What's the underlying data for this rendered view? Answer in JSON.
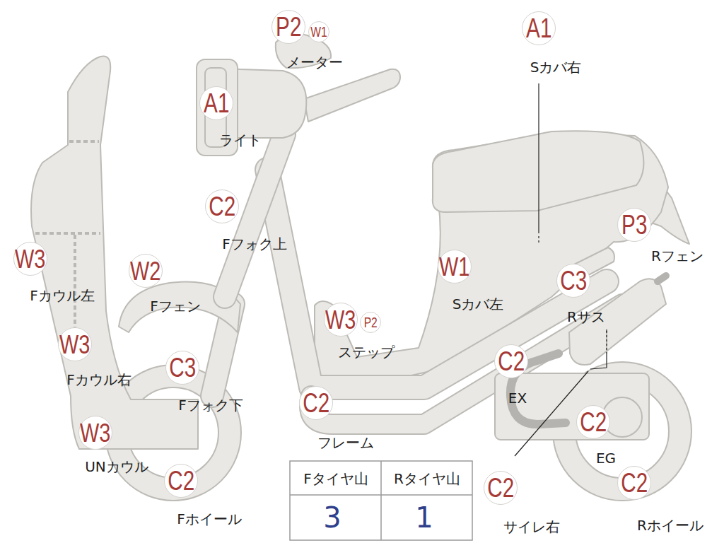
{
  "diagram": {
    "nodes": [
      {
        "text": [
          "P2",
          "メーター"
        ]
      },
      {
        "text": [
          "W1"
        ]
      },
      {
        "text": [
          "A1",
          "Sカバ右"
        ]
      },
      {
        "text": [
          "A1",
          "ライト"
        ]
      },
      {
        "text": [
          "C2",
          "Fフォク上"
        ]
      },
      {
        "text": [
          "P3",
          "Rフェン"
        ]
      },
      {
        "text": [
          "W3",
          "Fカウル左"
        ]
      },
      {
        "text": [
          "W2",
          "Fフェン"
        ]
      },
      {
        "text": [
          "W1",
          "Sカバ左"
        ]
      },
      {
        "text": [
          "C3",
          "Rサス"
        ]
      },
      {
        "text": [
          "W3",
          "ステップ"
        ]
      },
      {
        "text": [
          "P2"
        ]
      },
      {
        "text": [
          "W3",
          "Fカウル右"
        ]
      },
      {
        "text": [
          "C3",
          "Fフォク下"
        ]
      },
      {
        "text": [
          "C2",
          "EX"
        ]
      },
      {
        "text": [
          "C2",
          "フレーム"
        ]
      },
      {
        "text": [
          "C2",
          "EG"
        ]
      },
      {
        "text": [
          "W3",
          "UNカウル"
        ]
      },
      {
        "text": [
          "C2",
          "Fホイール"
        ]
      },
      {
        "text": [
          "C2",
          "サイレ右"
        ]
      },
      {
        "text": [
          "C2",
          "Rホイール"
        ]
      }
    ],
    "labels": [
      "Fタイヤ山",
      "Rタイヤ山",
      "3",
      "1"
    ]
  }
}
